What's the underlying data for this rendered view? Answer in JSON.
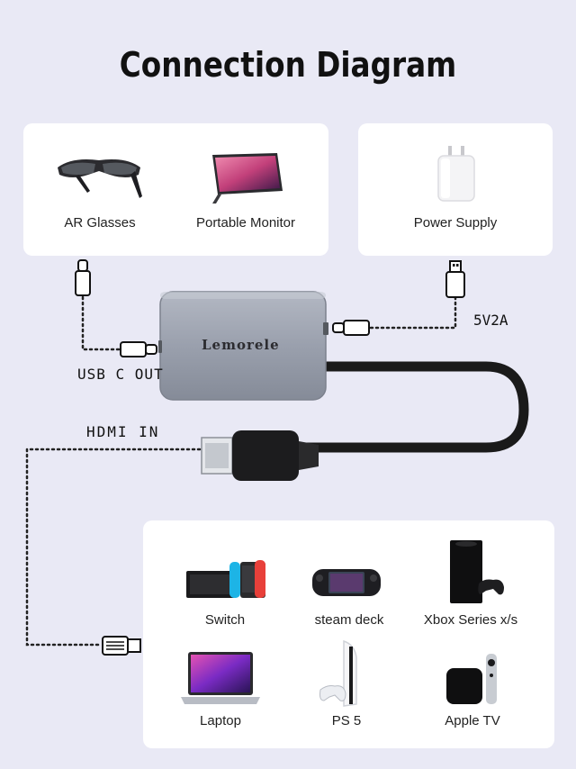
{
  "title": "Connection Diagram",
  "outputs": {
    "ar_glasses": "AR Glasses",
    "portable_monitor": "Portable Monitor"
  },
  "power": {
    "label": "Power Supply",
    "rating": "5V2A"
  },
  "ports": {
    "usb_c_out": "USB C OUT",
    "hdmi_in": "HDMI IN"
  },
  "adapter": {
    "brand": "Lemorele"
  },
  "sources": [
    {
      "label": "Switch",
      "icon": "nintendo-switch-icon"
    },
    {
      "label": "steam deck",
      "icon": "steam-deck-icon"
    },
    {
      "label": "Xbox Series x/s",
      "icon": "xbox-series-icon"
    },
    {
      "label": "Laptop",
      "icon": "laptop-icon"
    },
    {
      "label": "PS 5",
      "icon": "ps5-icon"
    },
    {
      "label": "Apple TV",
      "icon": "apple-tv-icon"
    }
  ],
  "colors": {
    "background": "#e9e9f5",
    "card": "#ffffff",
    "adapter_body": "#9aa0ad",
    "cable": "#1a1a1a"
  }
}
